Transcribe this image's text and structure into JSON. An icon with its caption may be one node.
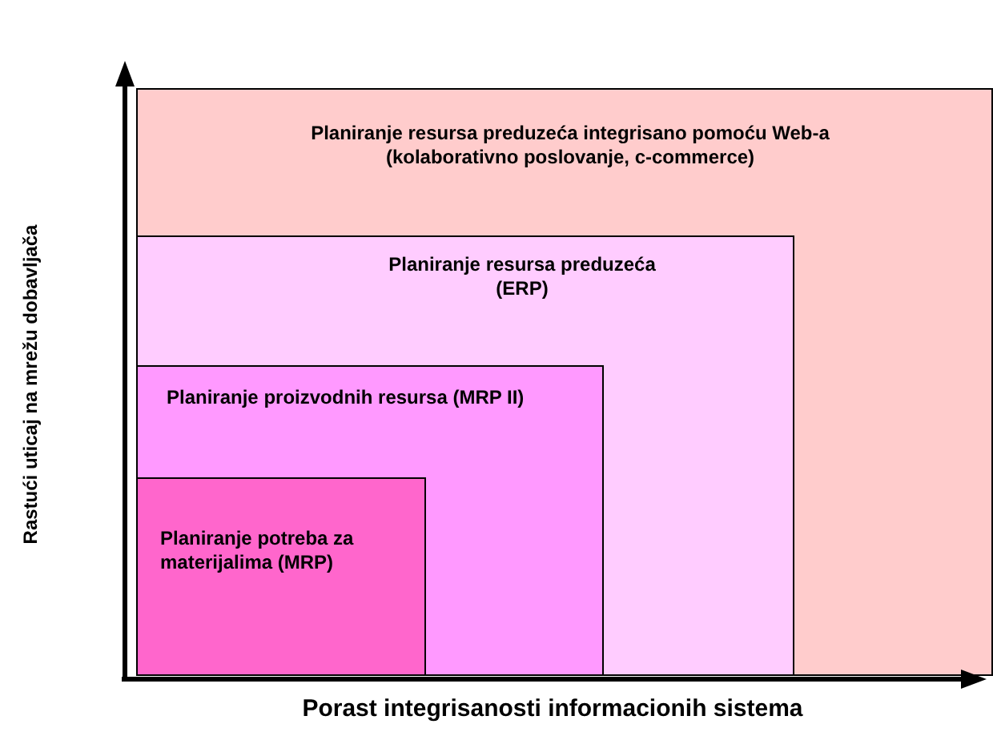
{
  "diagram": {
    "nodes": [
      {
        "text": [
          "Planiranje resursa preduzeća integrisano pomoću Web-a (kolaborativno poslovanje, c-commerce)"
        ]
      },
      {
        "text": [
          "Planiranje resursa preduzeća (ERP)"
        ],
        "in": 0
      },
      {
        "text": [
          "Planiranje proizvodnih resursa (MRP II)"
        ],
        "in": 1
      },
      {
        "text": [
          "Planiranje potreba za materijalima (MRP)"
        ],
        "in": 2
      }
    ],
    "labels": [
      "Rastući uticaj na mrežu dobavljača",
      "Porast integrisanosti informacionih sistema"
    ]
  }
}
